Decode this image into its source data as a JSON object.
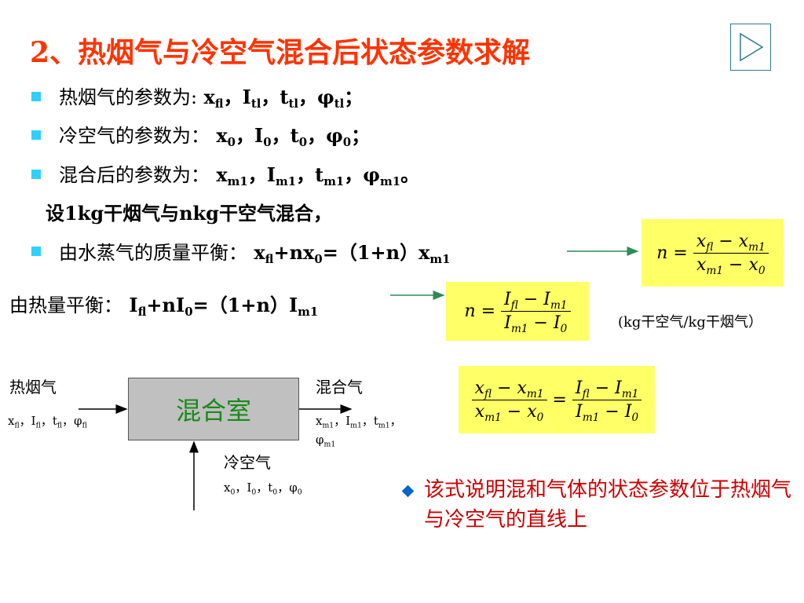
{
  "title": "2、热烟气与冷空气混合后状态参数求解",
  "bullets": [
    {
      "label": "热烟气的参数为:",
      "params": "x<sub>fl</sub>，I<sub>tl</sub>，t<sub>tl</sub>，φ<sub>tl</sub>；"
    },
    {
      "label": "冷空气的参数为：",
      "params": "x<sub>0</sub>，I<sub>0</sub>，t<sub>0</sub>，φ<sub>0</sub>；"
    },
    {
      "label": "混合后的参数为：",
      "params": "x<sub>m1</sub>，I<sub>m1</sub>，t<sub>m1</sub>，φ<sub>m1</sub>。"
    }
  ],
  "assume_text": "设1kg干烟气与nkg干空气混合，",
  "mass_balance": {
    "label": "由水蒸气的质量平衡：",
    "eq": "x<sub>fl</sub>+nx<sub>0</sub>=（1+n）x<sub>m1</sub>"
  },
  "heat_balance": {
    "label": "由热量平衡：",
    "eq": "I<sub>fl</sub>+nI<sub>0</sub>=（1+n）I<sub>m1</sub>"
  },
  "unit_text": "(kg干空气/kg干烟气）",
  "diagram": {
    "chamber_label": "混合室",
    "hot_gas_label": "热烟气",
    "hot_gas_params": "x<sub>fl</sub>，I<sub>fl</sub>，t<sub>fl</sub>，φ<sub>fl</sub>",
    "mixed_label": "混合气",
    "mixed_params": "x<sub>m1</sub>，I<sub>m1</sub>，t<sub>m1</sub>，",
    "mixed_params2": "φ<sub>m1</sub>",
    "cold_air_label": "冷空气",
    "cold_air_params": "x<sub>0</sub>，I<sub>0</sub>，t<sub>0</sub>，φ<sub>0</sub>"
  },
  "note": "该式说明混和气体的状态参数位于热烟气与冷空气的直线上",
  "colors": {
    "title": "#ff3300",
    "bullet": "#2ed0ff",
    "eq_bg": "#ffff66",
    "arrow": "#2e8b57",
    "note": "#cc0000",
    "chamber_text": "#1a8a1a"
  },
  "icons": {
    "nav": "play-triangle-icon",
    "note_bullet": "diamond-icon"
  }
}
